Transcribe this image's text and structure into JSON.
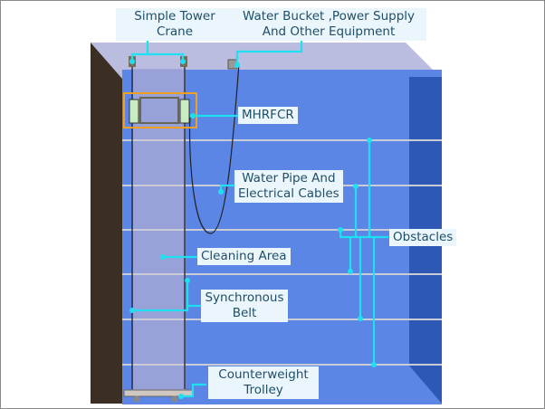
{
  "title": "Curtain wall cleaning robot system overview",
  "labels": {
    "tower_crane": [
      "Simple Tower",
      "Crane"
    ],
    "equipment": [
      "Water Bucket ,Power Supply",
      "And Other Equipment"
    ],
    "robot": "MHRFCR",
    "pipe": [
      "Water Pipe And",
      "Electrical Cables"
    ],
    "cleaning_area": "Cleaning Area",
    "obstacles": "Obstacles",
    "belt": [
      "Synchronous",
      "Belt"
    ],
    "trolley": [
      "Counterweight",
      "Trolley"
    ]
  },
  "colors": {
    "facade": "#5b86e5",
    "facade_dark": "#2d58b5",
    "side_wall": "#3b2e24",
    "roof": "#babde0",
    "cleaning_strip": "#a3a6d6",
    "leader": "#1fe0f0",
    "robot_box": "#f0a020",
    "label_bg": "#eaf6fc",
    "label_text": "#1f4e66"
  }
}
